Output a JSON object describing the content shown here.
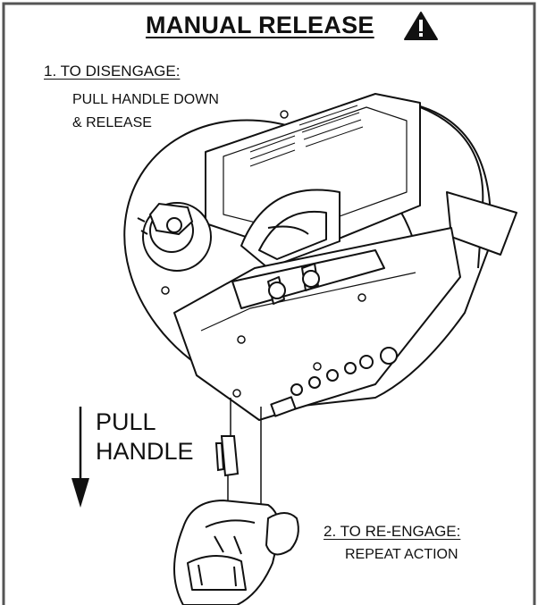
{
  "title": "MANUAL RELEASE",
  "icons": {
    "warning": "warning-triangle-icon",
    "arrow": "down-arrow-icon"
  },
  "step1": {
    "heading": "1. TO DISENGAGE:",
    "line1": "PULL HANDLE DOWN",
    "line2": "& RELEASE"
  },
  "pull": {
    "line1": "PULL",
    "line2": "HANDLE"
  },
  "step2": {
    "heading": "2. TO RE-ENGAGE:",
    "line1": "REPEAT ACTION"
  },
  "colors": {
    "line": "#111111",
    "fill": "#ffffff",
    "shade": "#e6e6e6",
    "frame": "#555555"
  }
}
